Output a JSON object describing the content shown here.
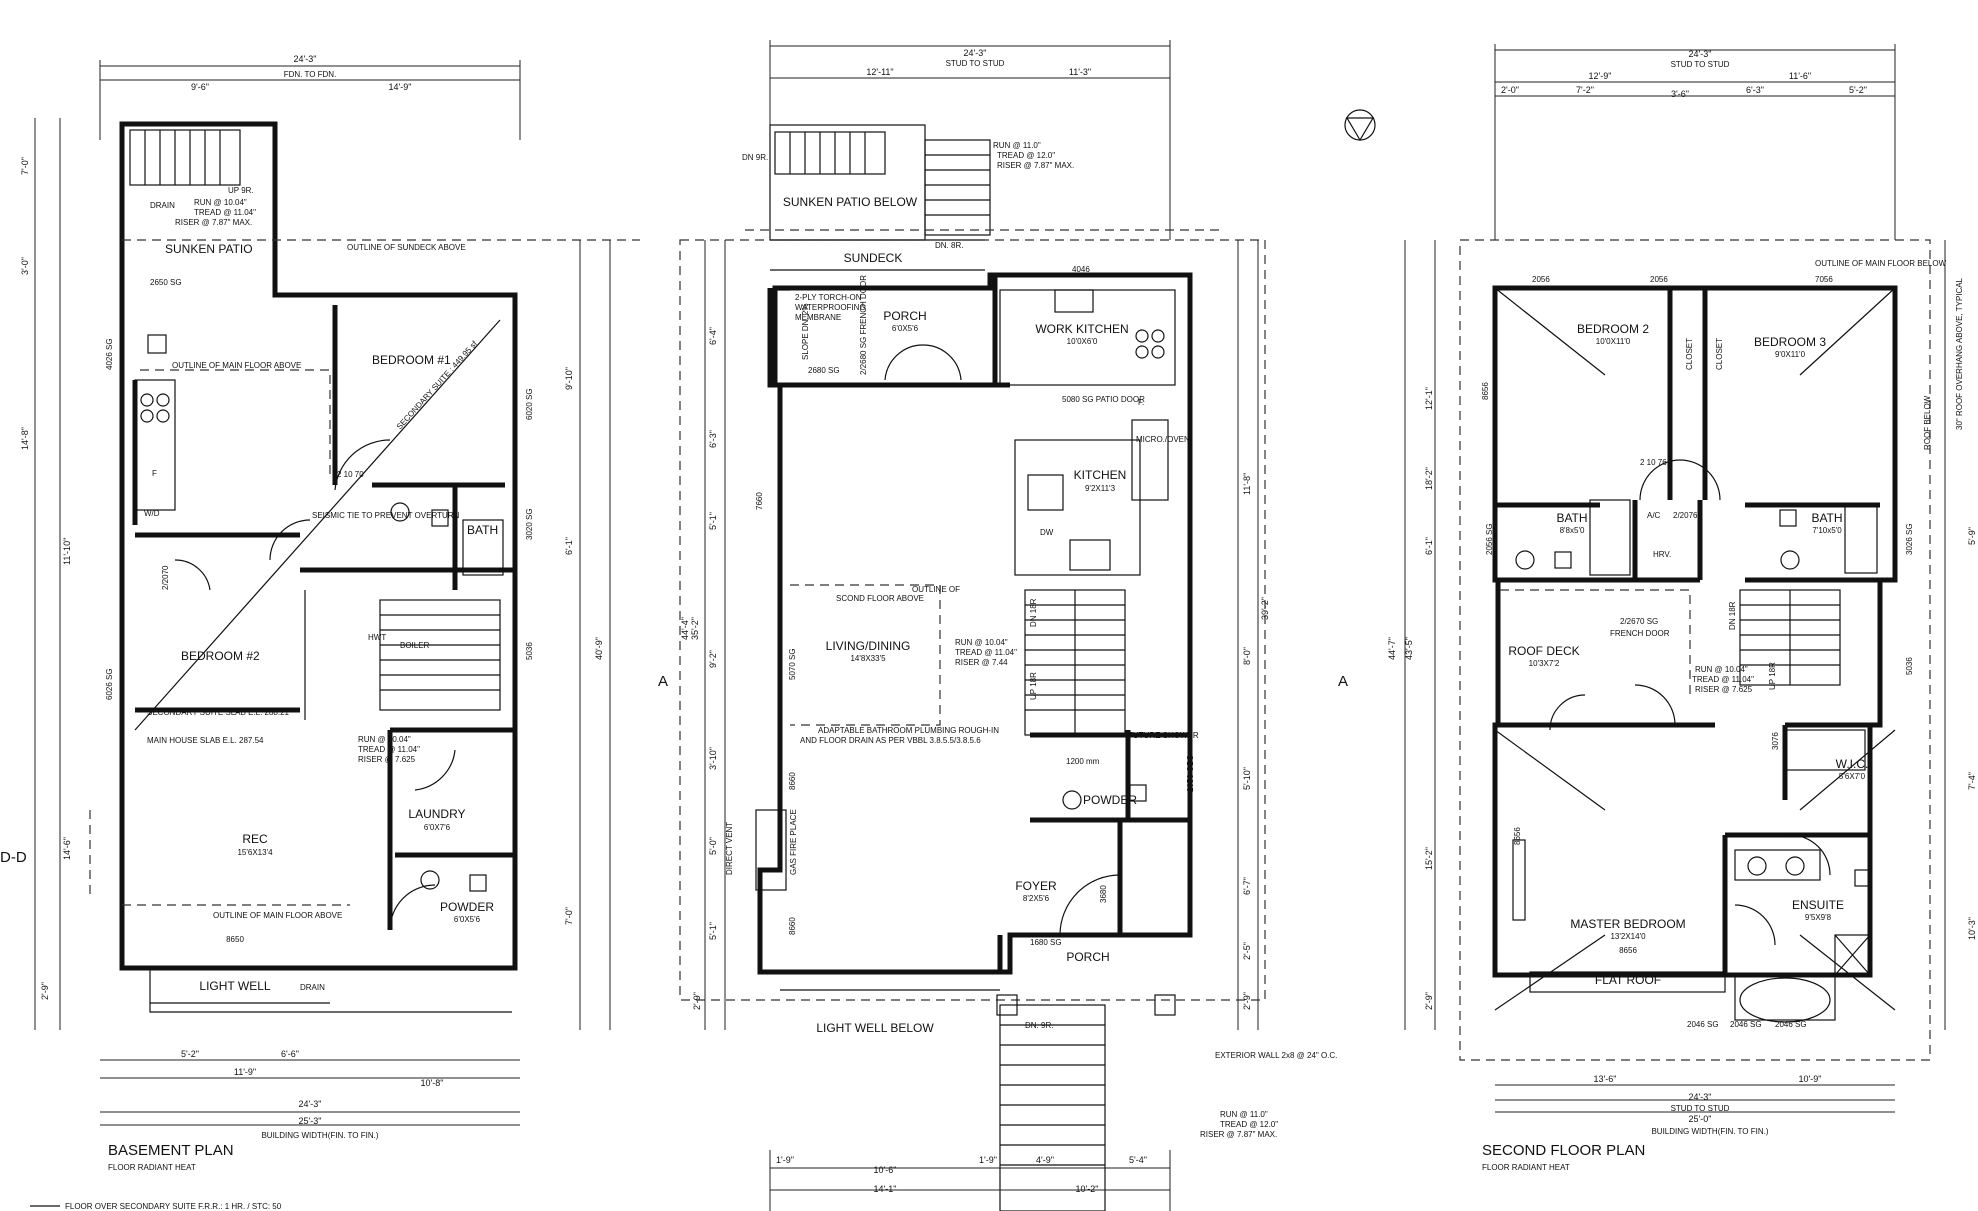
{
  "plans": {
    "basement": {
      "title": "BASEMENT PLAN",
      "subtitle": "FLOOR RADIANT HEAT",
      "overall_width": "24'-3\"",
      "fdn_note": "FDN. TO FDN.",
      "bottom_total": "25'-3\"",
      "bottom_note": "BUILDING WIDTH(FIN. TO FIN.)",
      "top_dims": [
        "9'-6\"",
        "14'-9\""
      ],
      "bottom_dims": [
        "5'-2\"",
        "6'-6\"",
        "11'-9\"",
        "10'-8\""
      ],
      "side_dims": [
        "7'-0\"",
        "3'-0\"",
        "14'-8\"",
        "11'-10\"",
        "14'-6\"",
        "2'-9\"",
        "9'-10\"",
        "6'-1\"",
        "40'-9\"",
        "7'-0\""
      ],
      "outlines": [
        "OUTLINE OF SUNDECK ABOVE",
        "OUTLINE OF MAIN FLOOR ABOVE",
        "OUTLINE OF MAIN FLOOR ABOVE"
      ],
      "secondary_suite": "SECONDARY SUITE : 449.95 sf",
      "slab_secondary": "SECONDARY SUITE SLAB E.L. 288.21",
      "slab_main": "MAIN HOUSE SLAB E.L. 287.54",
      "seismic": "SEISMIC TIE TO PREVENT OVERTURN",
      "stair_note": [
        "UP 9R.",
        "RUN @ 10.04\"",
        "TREAD @ 11.04\"",
        "RISER @ 7.87\" MAX."
      ],
      "stair_note2": [
        "RUN @ 10.04\"",
        "TREAD @ 11.04\"",
        "RISER @ 7.625"
      ],
      "footer_note": "FLOOR OVER SECONDARY SUITE F.R.R.: 1 HR. / STC: 50",
      "rooms": [
        {
          "name": "SUNKEN PATIO",
          "size": ""
        },
        {
          "name": "BEDROOM #1",
          "size": ""
        },
        {
          "name": "BEDROOM #2",
          "size": ""
        },
        {
          "name": "BATH",
          "size": ""
        },
        {
          "name": "REC",
          "size": "15'6X13'4"
        },
        {
          "name": "LAUNDRY",
          "size": "6'0X7'6"
        },
        {
          "name": "POWDER",
          "size": "6'0X5'6"
        },
        {
          "name": "LIGHT WELL",
          "size": ""
        }
      ],
      "labels": [
        "DRAIN",
        "W/D",
        "F",
        "HWT",
        "BOILER",
        "DRAIN",
        "2650 SG",
        "4026 SG",
        "6026 SG",
        "6020 SG",
        "3020 SG",
        "5036",
        "8650",
        "2 10 70",
        "2/2070"
      ]
    },
    "main": {
      "overall_width": "24'-3\"",
      "stud_note": "STUD TO STUD",
      "top_dims": [
        "12'-11\"",
        "11'-3\""
      ],
      "bottom_dims": [
        "1'-9\"",
        "10'-6\"",
        "1'-9\"",
        "4'-9\"",
        "5'-4\""
      ],
      "bottom_totals": [
        "14'-1\"",
        "10'-2\""
      ],
      "stair_note": [
        "RUN @ 11.0\"",
        "TREAD @ 12.0\"",
        "RISER @ 7.87\" MAX."
      ],
      "stair_note_inner": [
        "RUN @ 10.04\"",
        "TREAD @ 11.04\"",
        "RISER @ 7.44"
      ],
      "stair_note_bottom": [
        "RUN @ 11.0\"",
        "TREAD @ 12.0\"",
        "RISER @ 7.87\" MAX."
      ],
      "membrane": [
        "2-PLY TORCH-ON",
        "WATERPROOFING",
        "MEMBRANE"
      ],
      "adaptable": [
        "ADAPTABLE BATHROOM PLUMBING ROUGH-IN",
        "AND FLOOR DRAIN AS PER VBBL 3.8.5.5/3.8.5.6"
      ],
      "exterior_wall": "EXTERIOR WALL 2x8 @ 24\" O.C.",
      "outline": [
        "OUTLINE OF",
        "SCOND FLOOR ABOVE"
      ],
      "rooms": [
        {
          "name": "SUNKEN PATIO BELOW",
          "size": ""
        },
        {
          "name": "SUNDECK",
          "size": ""
        },
        {
          "name": "PORCH",
          "size": "6'0X5'6"
        },
        {
          "name": "WORK KITCHEN",
          "size": "10'0X6'0"
        },
        {
          "name": "KITCHEN",
          "size": "9'2X11'3"
        },
        {
          "name": "LIVING/DINING",
          "size": "14'8X33'5"
        },
        {
          "name": "POWDER",
          "size": ""
        },
        {
          "name": "FOYER",
          "size": "8'2X5'6"
        },
        {
          "name": "PORCH",
          "size": ""
        },
        {
          "name": "LIGHT WELL BELOW",
          "size": ""
        }
      ],
      "labels": [
        "DN 9R.",
        "DN. 8R.",
        "DN. 9R.",
        "2680 SG",
        "2/2680 SG FRENCH DOOR",
        "5080 SG PATIO DOOR",
        "4046",
        "MICRO./OVEN",
        "DW",
        "F.",
        "GAS FIRE PLACE",
        "DIRECT VENT",
        "8660",
        "5070 SG",
        "8660",
        "7660",
        "1680 SG",
        "3680",
        "2050 OBS",
        "FUTURE SHOWER",
        "1200 mm",
        "DN 18R",
        "UP 18R",
        "SLOPE DN. 2%"
      ],
      "side_dims": [
        "6'-4\"",
        "6'-3\"",
        "5'-1\"",
        "9'-2\"",
        "3'-10\"",
        "5'-0\"",
        "5'-1\"",
        "2'-9\"",
        "44'-4\"",
        "35'-2\"",
        "11'-8\"",
        "39'-2\"",
        "8'-0\"",
        "5'-10\"",
        "6'-7\"",
        "2'-5\"",
        "2'-9\""
      ]
    },
    "second": {
      "title": "SECOND FLOOR PLAN",
      "subtitle": "FLOOR RADIANT HEAT",
      "overall_width": "24'-3\"",
      "stud_note": "STUD TO STUD",
      "bottom_total": "25'-0\"",
      "bottom_note": "BUILDING WIDTH(FIN. TO FIN.)",
      "top_dims": [
        "12'-9\"",
        "11'-6\""
      ],
      "top_subdims": [
        "2'-0\"",
        "7'-2\"",
        "3'-6\"",
        "6'-3\"",
        "5'-2\""
      ],
      "bottom_dims": [
        "13'-6\"",
        "10'-9\""
      ],
      "outline": "OUTLINE OF MAIN FLOOR BELOW",
      "roof_overhang": "30\" ROOF OVERHANG ABOVE, TYPICAL",
      "roof_below": "ROOF BELOW",
      "stair_note": [
        "RUN @ 10.04\"",
        "TREAD @ 11.04\"",
        "RISER @ 7.625"
      ],
      "rooms": [
        {
          "name": "BEDROOM 2",
          "size": "10'0X11'0"
        },
        {
          "name": "BEDROOM 3",
          "size": "9'0X11'0"
        },
        {
          "name": "BATH",
          "size": "8'8x5'0"
        },
        {
          "name": "BATH",
          "size": "7'10x5'0"
        },
        {
          "name": "ROOF DECK",
          "size": "10'3X7'2"
        },
        {
          "name": "W.I.C.",
          "size": "5'6X7'0"
        },
        {
          "name": "MASTER BEDROOM",
          "size": "13'2X14'0"
        },
        {
          "name": "ENSUITE",
          "size": "9'5X9'8"
        },
        {
          "name": "FLAT ROOF",
          "size": ""
        }
      ],
      "labels": [
        "CLOSET",
        "CLOSET",
        "A/C",
        "2/2076",
        "HRV.",
        "2/2670 SG",
        "FRENCH DOOR",
        "2056",
        "2056",
        "7056",
        "8656",
        "8656",
        "8656",
        "2056 SG",
        "3026 SG",
        "3076",
        "5036",
        "2046 SG",
        "2046 SG",
        "2046 SG",
        "DN 18R",
        "UP 18R",
        "2 10 76"
      ],
      "side_dims": [
        "12'-1\"",
        "18'-2\"",
        "6'-1\"",
        "44'-7\"",
        "43'-5\"",
        "15'-2\"",
        "2'-9\"",
        "5'-9\"",
        "7'-4\"",
        "10'-3\""
      ]
    },
    "section_label": "D-D",
    "elevation_marks": [
      "A",
      "A"
    ]
  }
}
